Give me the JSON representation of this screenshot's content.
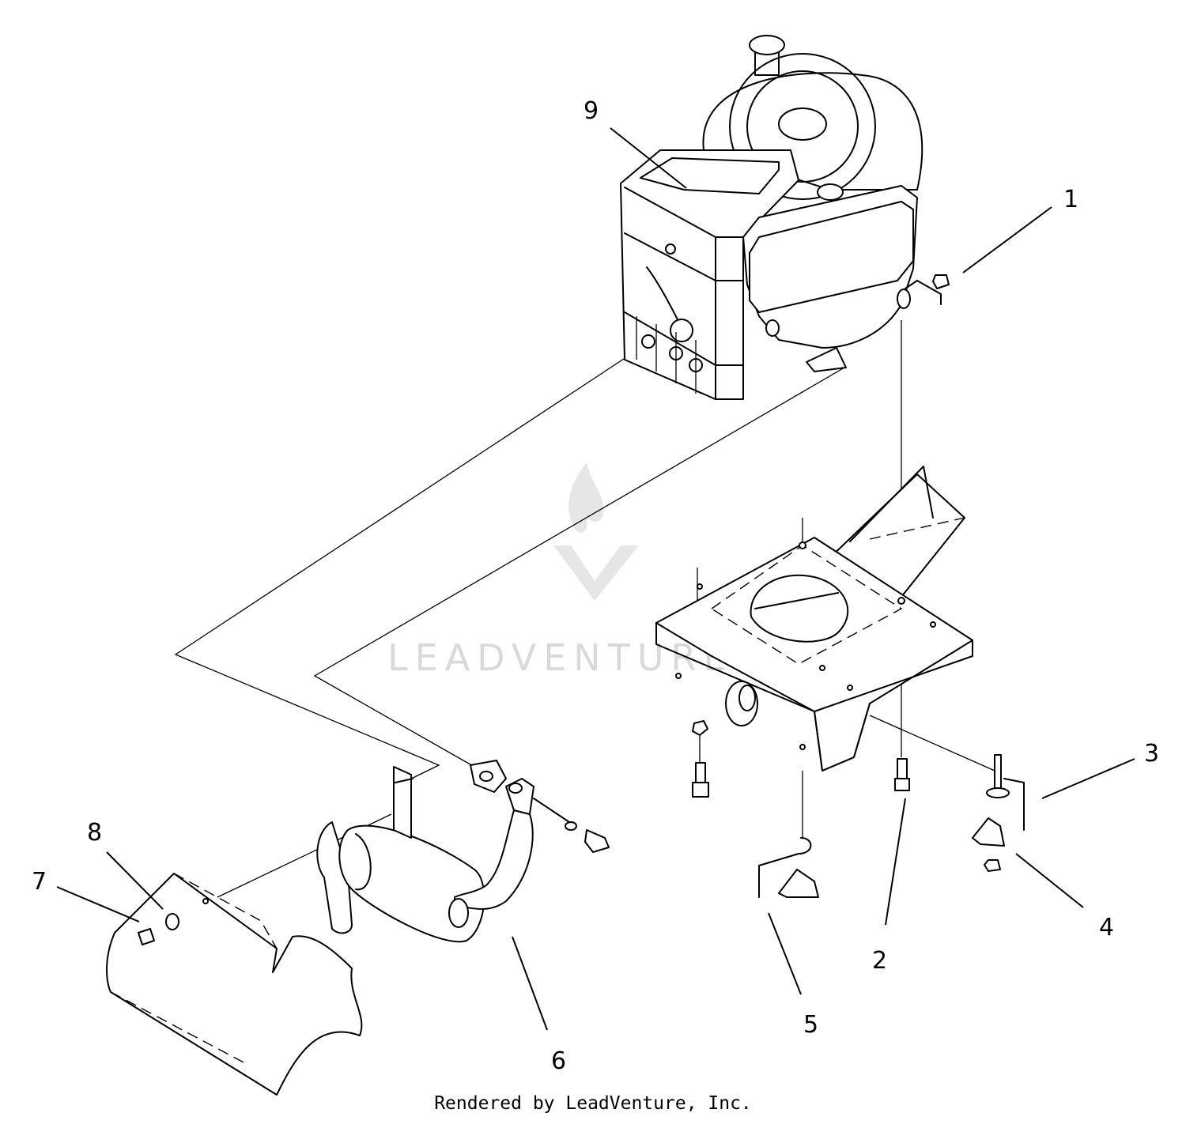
{
  "callouts": [
    {
      "id": "1",
      "label": "1"
    },
    {
      "id": "2",
      "label": "2"
    },
    {
      "id": "3",
      "label": "3"
    },
    {
      "id": "4",
      "label": "4"
    },
    {
      "id": "5",
      "label": "5"
    },
    {
      "id": "6",
      "label": "6"
    },
    {
      "id": "7",
      "label": "7"
    },
    {
      "id": "8",
      "label": "8"
    },
    {
      "id": "9",
      "label": "9"
    }
  ],
  "watermark": {
    "text": "LEADVENTURE"
  },
  "footer": {
    "credit": "Rendered by LeadVenture, Inc."
  }
}
